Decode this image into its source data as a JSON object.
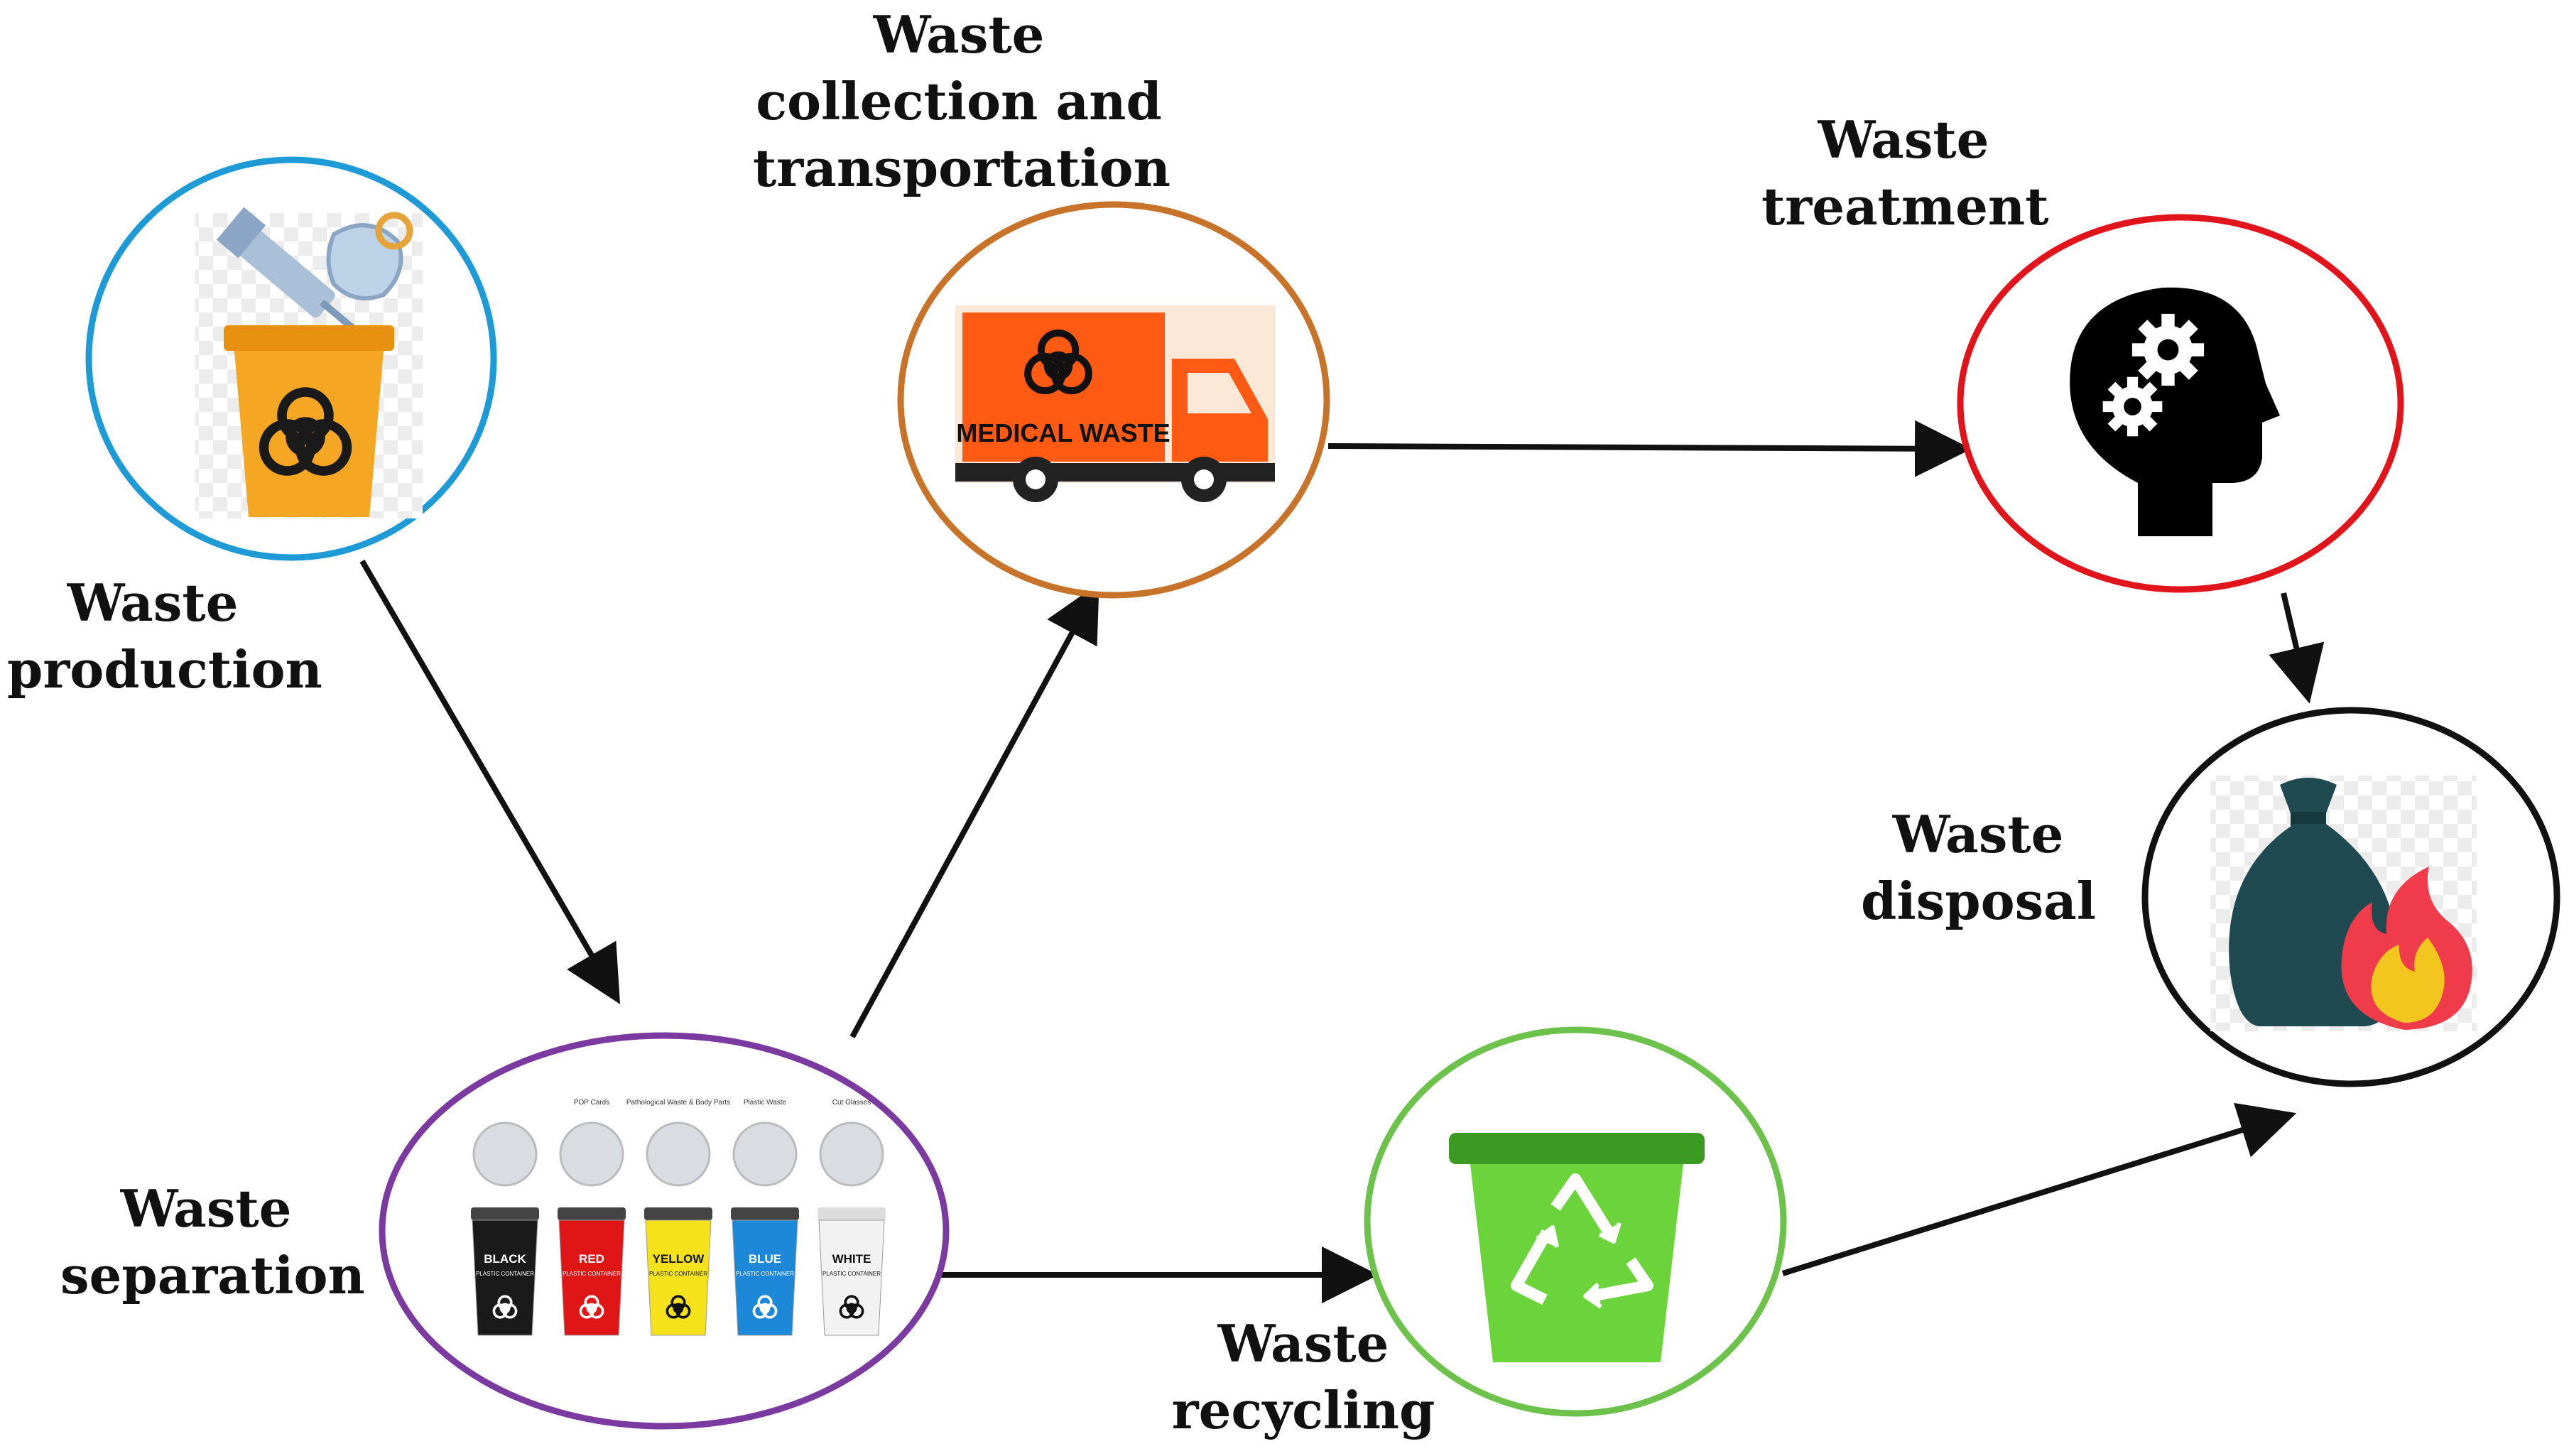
{
  "nodes": {
    "production": {
      "line1": "Waste",
      "line2": "production",
      "ring_color": "#1e9bd7"
    },
    "collection": {
      "line1": "Waste",
      "line2": "collection and",
      "line3": "transportation",
      "ring_color": "#c8732a",
      "truck_text": "MEDICAL WASTE"
    },
    "treatment": {
      "line1": "Waste",
      "line2": "treatment",
      "ring_color": "#e0141a"
    },
    "disposal": {
      "line1": "Waste",
      "line2": "disposal",
      "ring_color": "#111111"
    },
    "separation": {
      "line1": "Waste",
      "line2": "separation",
      "ring_color": "#7a3aa0",
      "bins": [
        {
          "caption": "",
          "label": "BLACK",
          "sub": "PLASTIC CONTAINER",
          "color": "#1a1a1a"
        },
        {
          "caption": "POP Cards",
          "label": "RED",
          "sub": "PLASTIC CONTAINER",
          "color": "#e01515"
        },
        {
          "caption": "Pathological Waste & Body Parts",
          "label": "YELLOW",
          "sub": "PLASTIC CONTAINER",
          "color": "#f5e21a"
        },
        {
          "caption": "Plastic Waste",
          "label": "BLUE",
          "sub": "PLASTIC CONTAINER",
          "color": "#1e88d8"
        },
        {
          "caption": "Cut Glasses",
          "label": "WHITE",
          "sub": "PLASTIC CONTAINER",
          "color": "#f2f2f2"
        }
      ]
    },
    "recycling": {
      "line1": "Waste",
      "line2": "recycling",
      "ring_color": "#6cc24a"
    }
  },
  "colors": {
    "arrow": "#111111",
    "bin_orange": "#f0a020",
    "recycle_green": "#6ad43a",
    "bag": "#1f4a52",
    "flame": "#ef3b4a"
  },
  "icons": [
    "biohazard-bin-icon",
    "syringe-icon",
    "mask-icon",
    "truck-icon",
    "biohazard-icon",
    "head-gears-icon",
    "garbage-bag-icon",
    "fire-icon",
    "recycle-bin-icon",
    "recycle-icon"
  ]
}
